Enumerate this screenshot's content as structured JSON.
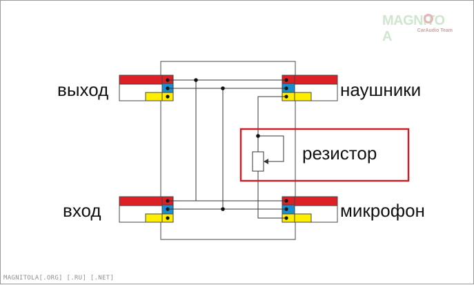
{
  "labels": {
    "output": "выход",
    "headphones": "наушники",
    "resistor": "резистор",
    "input": "вход",
    "microphone": "микрофон"
  },
  "watermark": {
    "brand_left": "MAGNITO",
    "brand_right": "A",
    "tagline": "CarAudio Team"
  },
  "footer": "MAGNITOLA[.ORG] [.RU] [.NET]",
  "colors": {
    "contact_red": "#dd1f26",
    "contact_blue": "#1a8fd0",
    "contact_yellow": "#ffee00",
    "wire": "#333333",
    "resistor_frame": "#c8202a"
  }
}
